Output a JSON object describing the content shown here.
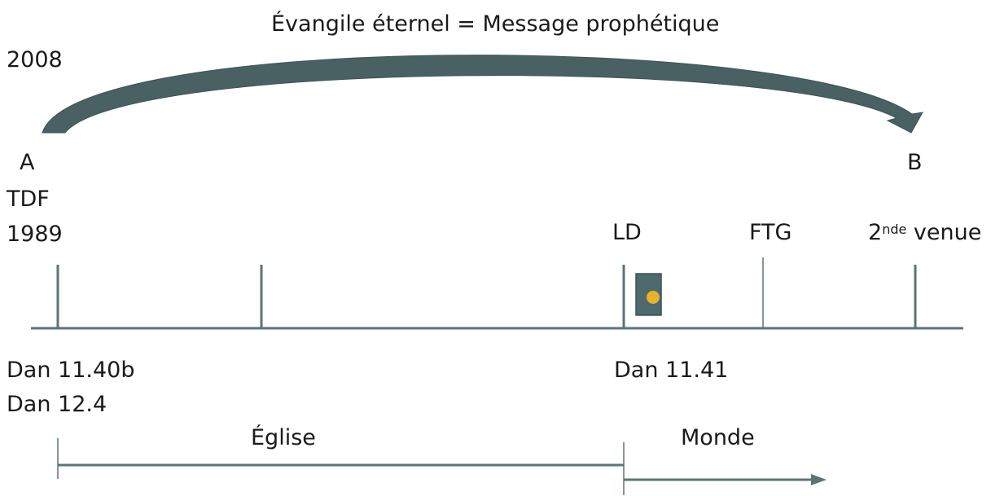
{
  "title": "Évangile éternel = Message prophétique",
  "top_year": "2008",
  "point_a": {
    "letter": "A",
    "abbr": "TDF",
    "year": "1989"
  },
  "point_b": {
    "letter": "B"
  },
  "markers": {
    "ld": "LD",
    "ftg": "FTG",
    "second_coming_number": "2",
    "second_coming_sup": "nde",
    "second_coming_word": " venue"
  },
  "references": {
    "left_line1": "Dan 11.40b",
    "left_line2": "Dan 12.4",
    "right": "Dan 11.41"
  },
  "periods": {
    "church": "Église",
    "world": "Monde"
  },
  "colors": {
    "line": "#5a7577",
    "arc": "#4a6163",
    "door_fill": "#4d6a6d",
    "door_knob": "#e8b22a"
  }
}
